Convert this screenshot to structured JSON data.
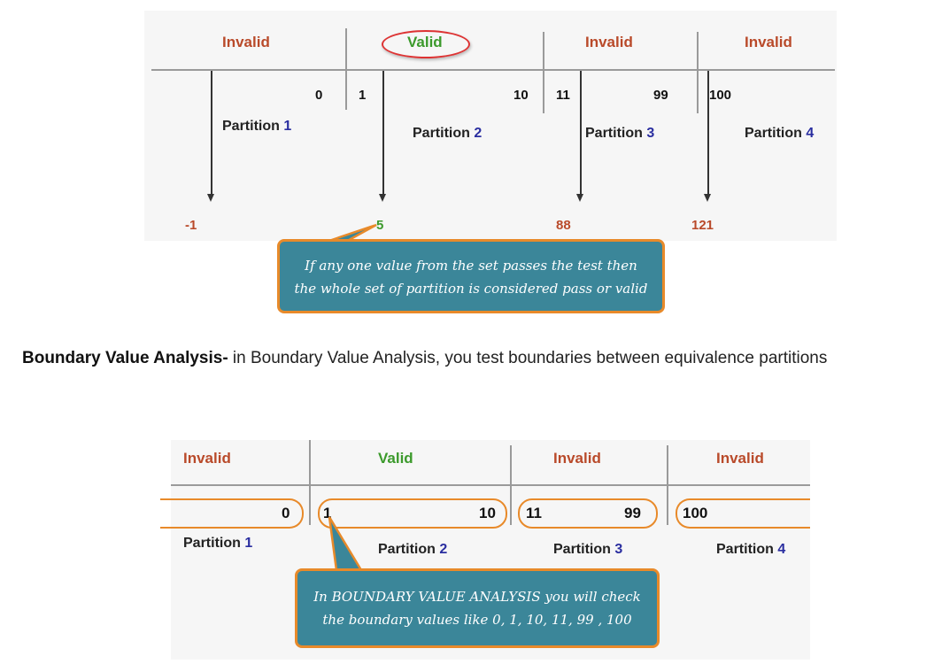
{
  "diagram1": {
    "headers": [
      "Invalid",
      "Valid",
      "Invalid",
      "Invalid"
    ],
    "numbers": [
      "0",
      "1",
      "10",
      "11",
      "99",
      "100"
    ],
    "partition_word": "Partition",
    "partition_numbers": [
      "1",
      "2",
      "3",
      "4"
    ],
    "samples": [
      "-1",
      "5",
      "88",
      "121"
    ],
    "callout": [
      "If any one value from the set passes the test then",
      "the whole set of partition is considered pass or valid"
    ]
  },
  "caption": {
    "bold": "Boundary Value Analysis-",
    "text": " in Boundary Value Analysis, you test boundaries between equivalence partitions"
  },
  "diagram2": {
    "headers": [
      "Invalid",
      "Valid",
      "Invalid",
      "Invalid"
    ],
    "numbers": [
      "0",
      "1",
      "10",
      "11",
      "99",
      "100"
    ],
    "partition_word": "Partition",
    "partition_numbers": [
      "1",
      "2",
      "3",
      "4"
    ],
    "callout": [
      "In BOUNDARY VALUE ANALYSIS  you will check",
      "the boundary values like 0, 1, 10, 11, 99 , 100"
    ]
  },
  "colors": {
    "invalid": "#b94a2a",
    "valid": "#3c9a2c",
    "callout_bg": "#3b8699",
    "callout_border": "#e88a2a",
    "partition_number": "#2a2ea0"
  }
}
